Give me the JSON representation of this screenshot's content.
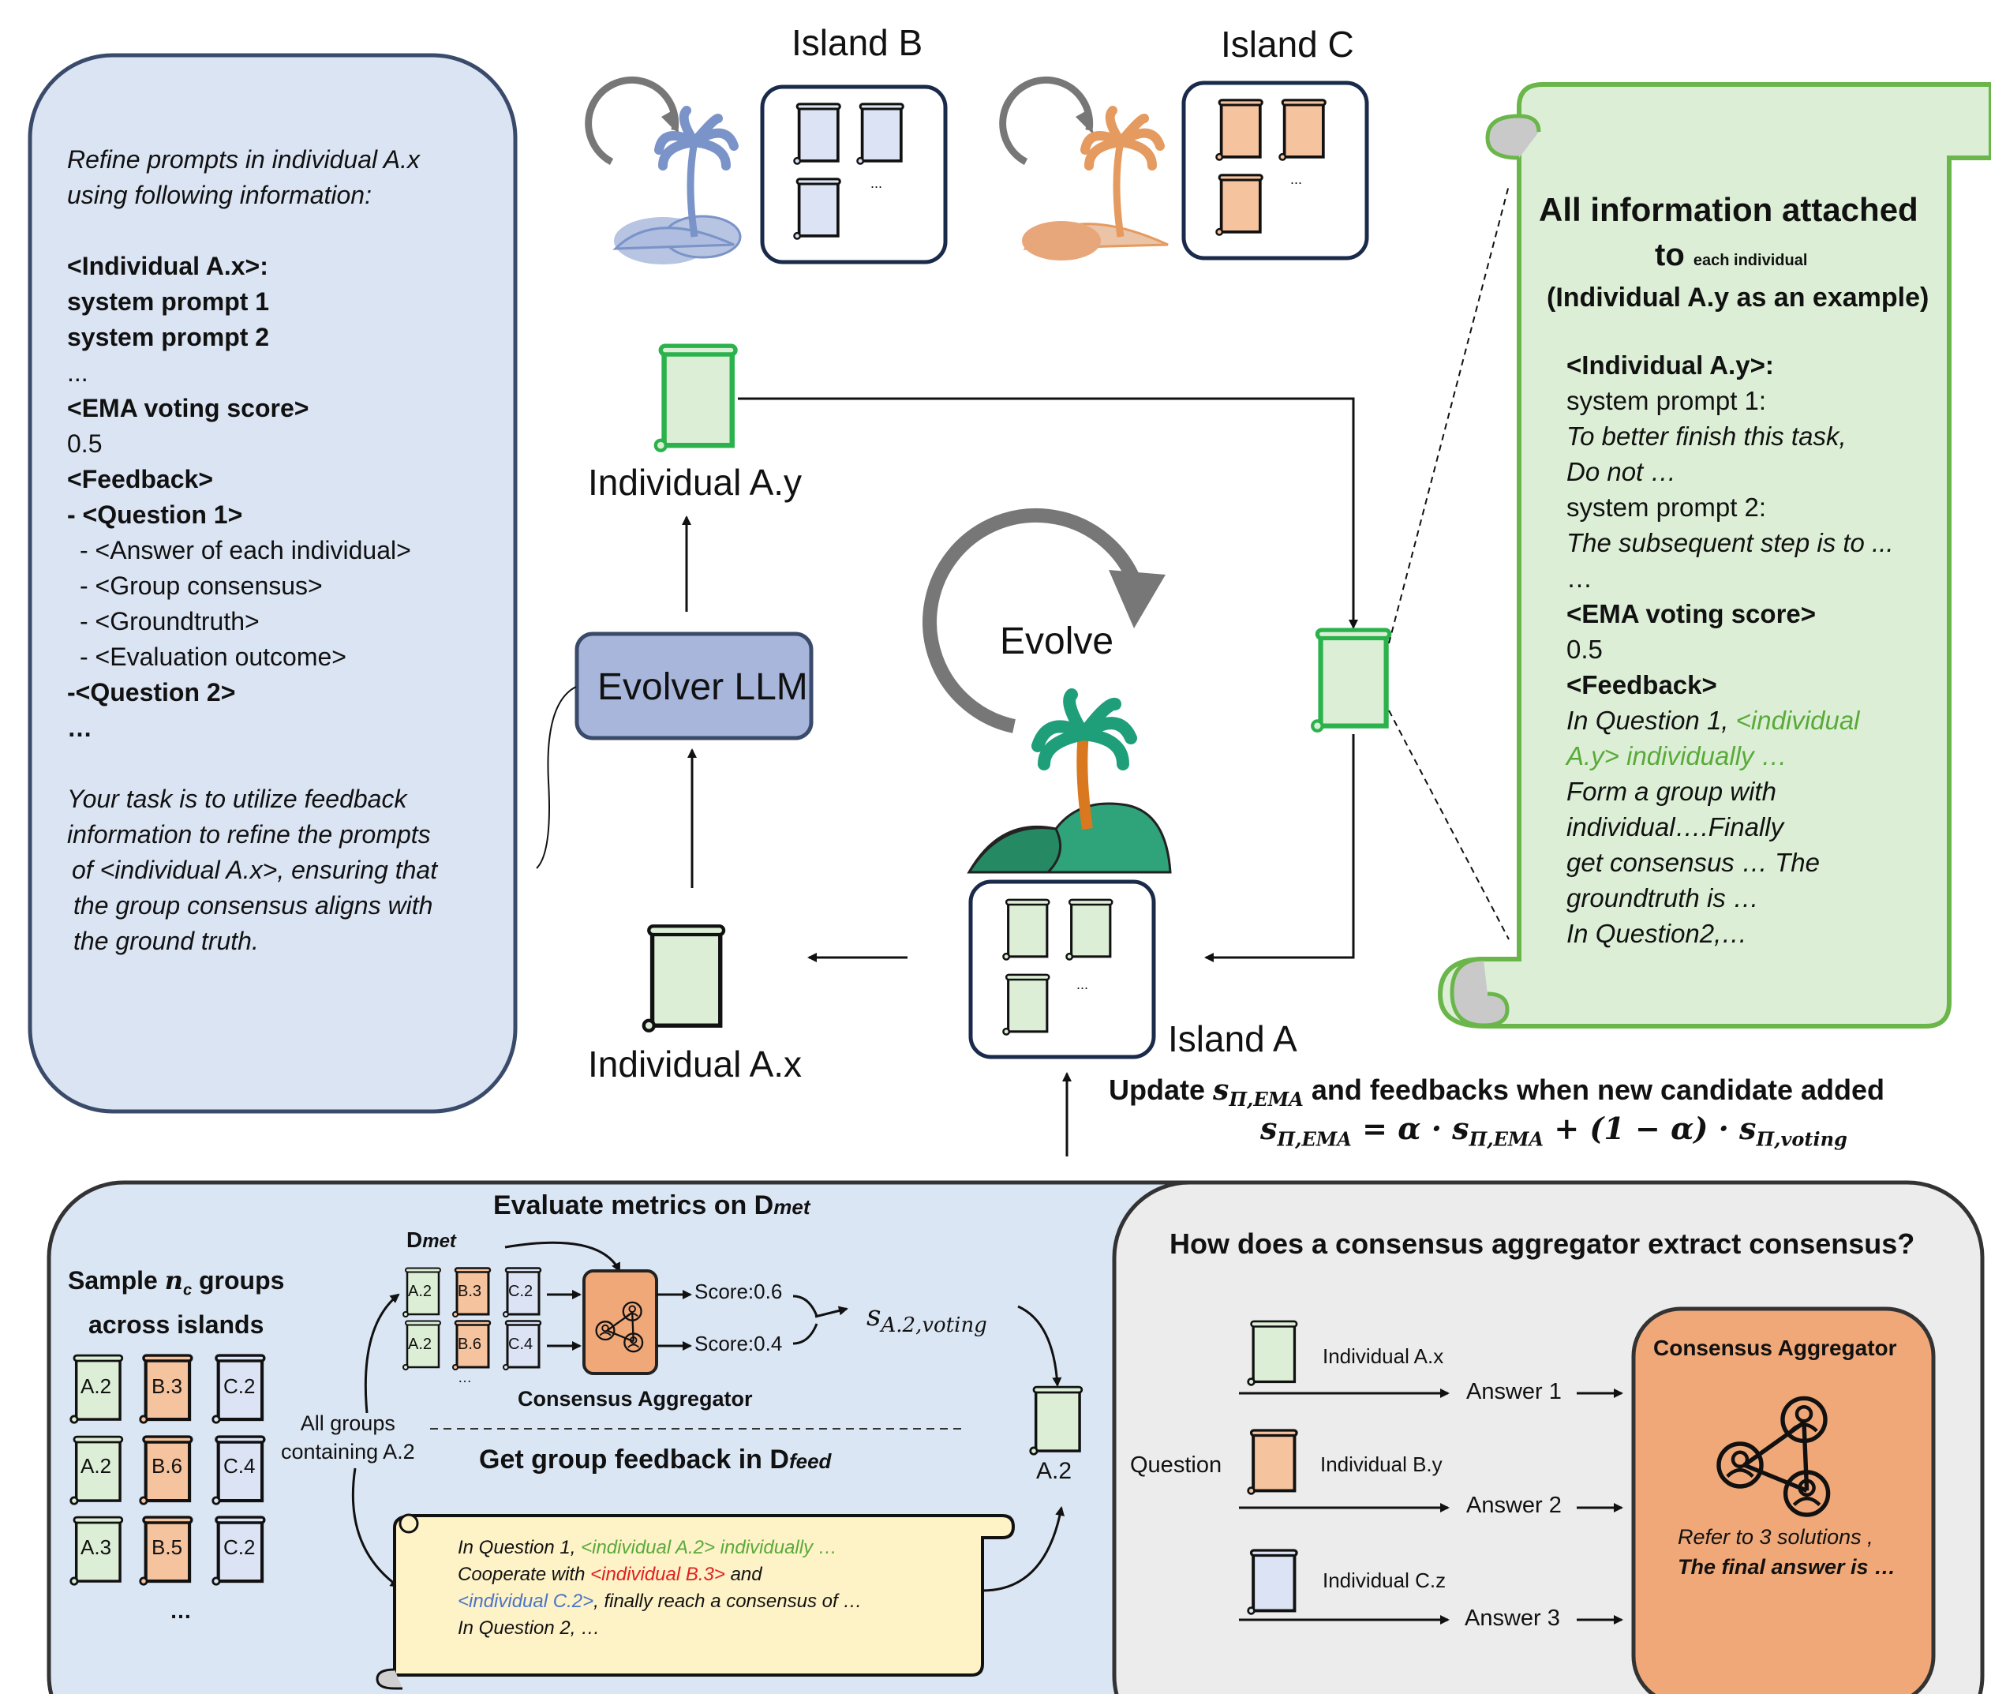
{
  "prompt_panel": {
    "intro_1": "Refine prompts in individual A.x",
    "intro_2": "using following information:",
    "individual_tag": "<Individual A.x>:",
    "sys_prompt_1": "system prompt 1",
    "sys_prompt_2": "system prompt 2",
    "ellipsis_1": "...",
    "ema_tag": "<EMA voting score>",
    "ema_value": "0.5",
    "feedback_tag": "<Feedback>",
    "question_1": "- <Question 1>",
    "sub_answer": "- <Answer of each individual>",
    "sub_consensus": "- <Group consensus>",
    "sub_groundtruth": "- <Groundtruth>",
    "sub_outcome": "- <Evaluation outcome>",
    "question_2": "-<Question 2>",
    "ellipsis_2": "…",
    "task_1": "Your task is to utilize feedback",
    "task_2": "information to refine the prompts",
    "task_3": "of <individual A.x>, ensuring that",
    "task_4": "the group consensus aligns with",
    "task_5": "the ground truth."
  },
  "islands": {
    "b_label": "Island B",
    "c_label": "Island C",
    "a_label": "Island A",
    "ellipsis": "..."
  },
  "center": {
    "individual_ay": "Individual A.y",
    "individual_ax": "Individual A.x",
    "evolver": "Evolver LLM",
    "evolve": "Evolve",
    "update_line_prefix": "Update",
    "update_line_suffix": "and feedbacks when new candidate added",
    "s_symbol": "s",
    "sub_ema": "Π,EMA",
    "formula_eq": "=",
    "formula_alpha": "α ·",
    "formula_plus": "+ (1 − α) ·",
    "sub_voting": "Π,voting"
  },
  "info_scroll": {
    "title_1": "All information attached",
    "title_2_big": "to",
    "title_2_small": "each individual",
    "title_3": "(Individual A.y as an example)",
    "individual_tag": "<Individual A.y>:",
    "sys_prompt_1": "system prompt 1:",
    "p1_line1": "To better finish this task,",
    "p1_line2": "Do not …",
    "sys_prompt_2": "system prompt 2:",
    "p2_line1": "The subsequent step is to ...",
    "ellipsis": "…",
    "ema_tag": "<EMA voting score>",
    "ema_value": "0.5",
    "feedback_tag": "<Feedback>",
    "fb_1a": "In Question 1,",
    "fb_1b": "<individual",
    "fb_2": "A.y> individually …",
    "fb_3": "Form a group with",
    "fb_4": "individual….Finally",
    "fb_5": "get consensus … The",
    "fb_6": "groundtruth is …",
    "fb_7": "In Question2,…"
  },
  "eval_panel": {
    "title_prefix": "Evaluate metrics on D",
    "title_sub": "met",
    "dmet_prefix": "D",
    "dmet_sub": "met",
    "sample_1a": "Sample",
    "sample_n": "n",
    "sample_c": "c",
    "sample_1b": "groups",
    "sample_2": "across islands",
    "grid": [
      [
        "A.2",
        "B.3",
        "C.2"
      ],
      [
        "A.2",
        "B.6",
        "C.4"
      ],
      [
        "A.3",
        "B.5",
        "C.2"
      ]
    ],
    "grid_more": "…",
    "row1": [
      "A.2",
      "B.3",
      "C.2"
    ],
    "row2": [
      "A.2",
      "B.6",
      "C.4"
    ],
    "rows_more": "…",
    "score_1": "Score:0.6",
    "score_2": "Score:0.4",
    "svoting_s": "s",
    "svoting_sub": "A.2,voting",
    "aggregator_label": "Consensus Aggregator",
    "all_groups_1": "All groups",
    "all_groups_2": "containing A.2",
    "feedback_title_prefix": "Get group feedback in D",
    "feedback_title_sub": "feed",
    "a2_label": "A.2",
    "fb_line1_a": "In Question 1,",
    "fb_line1_b": "<individual A.2> individually …",
    "fb_line2_a": "Cooperate with",
    "fb_line2_b": "<individual B.3>",
    "fb_line2_c": "and",
    "fb_line3_a": "<individual C.2>",
    "fb_line3_b": ", finally reach a consensus of …",
    "fb_line4": "In Question 2, …"
  },
  "consensus_panel": {
    "title": "How does a consensus aggregator extract consensus?",
    "question": "Question",
    "ind_x": "Individual A.x",
    "ind_y": "Individual B.y",
    "ind_z": "Individual C.z",
    "answer_1": "Answer 1",
    "answer_2": "Answer 2",
    "answer_3": "Answer 3",
    "aggregator_title": "Consensus Aggregator",
    "agg_line1": "Refer to 3 solutions ,",
    "agg_line2": "The final answer is …"
  },
  "colors": {
    "island_a": "#2fa37a",
    "island_b": "#7a93c8",
    "island_c": "#e59a5f",
    "scroll_green": "#dcefd6",
    "scroll_blue": "#dbe3f4",
    "scroll_orange": "#f5c39e",
    "evolver_fill": "#a7b6da",
    "aggregator_fill": "#f0a878",
    "feedback_green": "#5aaa3a",
    "feedback_red": "#e02020",
    "feedback_blue": "#4a74c9"
  }
}
